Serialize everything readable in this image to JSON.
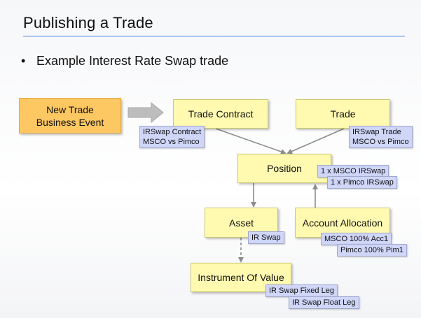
{
  "slide": {
    "title": "Publishing a Trade",
    "bullet_symbol": "•",
    "bullet_text": "Example Interest Rate Swap trade"
  },
  "nodes": {
    "event": {
      "line1": "New Trade",
      "line2": "Business Event"
    },
    "trade_contract": "Trade Contract",
    "trade": "Trade",
    "position": "Position",
    "asset": "Asset",
    "account_allocation": "Account Allocation",
    "instrument_of_value": "Instrument Of Value"
  },
  "tags": {
    "trade_contract": {
      "line1": "IRSwap Contract",
      "line2": "MSCO vs Pimco"
    },
    "trade": {
      "line1": "IRSwap Trade",
      "line2": "MSCO vs Pimco"
    },
    "position_1": "1 x MSCO IRSwap",
    "position_2": "1 x Pimco IRSwap",
    "asset": "IR Swap",
    "allocation_1": "MSCO 100% Acc1",
    "allocation_2": "Pimco 100% Pim1",
    "instrument_1": "IR Swap Fixed Leg",
    "instrument_2": "IR Swap Float Leg"
  },
  "colors": {
    "entity_box": "#fffab0",
    "event_box": "#fdc761",
    "tag": "#cfd6f8",
    "connector": "#8c8c8c",
    "title_rule": "#a9c6ef"
  }
}
